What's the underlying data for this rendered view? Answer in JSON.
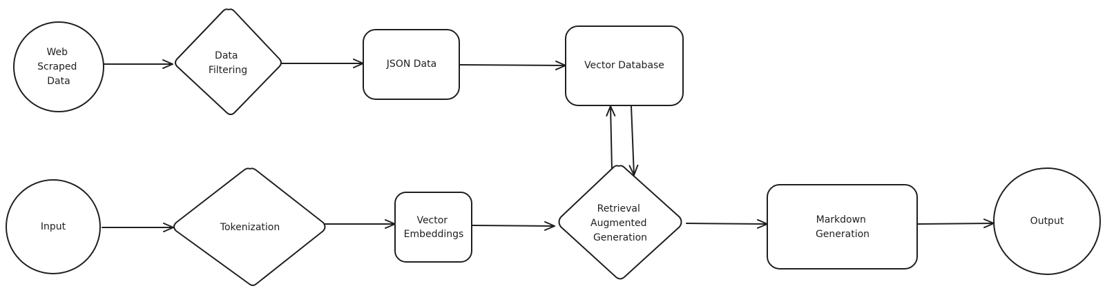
{
  "colors": {
    "background": "#ffffff",
    "stroke": "#1e1e1e",
    "text": "#1e1e1e"
  },
  "nodes": {
    "web_scraped_data": {
      "shape": "circle",
      "lines": [
        "Web",
        "Scraped",
        "Data"
      ]
    },
    "data_filtering": {
      "shape": "diamond",
      "lines": [
        "Data",
        "Filtering"
      ]
    },
    "json_data": {
      "shape": "rounded-rectangle",
      "lines": [
        "JSON Data"
      ]
    },
    "vector_database": {
      "shape": "rounded-rectangle",
      "lines": [
        "Vector Database"
      ]
    },
    "input": {
      "shape": "circle",
      "lines": [
        "Input"
      ]
    },
    "tokenization": {
      "shape": "diamond",
      "lines": [
        "Tokenization"
      ]
    },
    "vector_embeddings": {
      "shape": "rounded-rectangle",
      "lines": [
        "Vector",
        "Embeddings"
      ]
    },
    "rag": {
      "shape": "diamond",
      "lines": [
        "Retrieval",
        "Augmented",
        "Generation"
      ]
    },
    "markdown_generation": {
      "shape": "rounded-rectangle",
      "lines": [
        "Markdown",
        "Generation"
      ]
    },
    "output": {
      "shape": "circle",
      "lines": [
        "Output"
      ]
    }
  },
  "edges": [
    {
      "from": "web_scraped_data",
      "to": "data_filtering"
    },
    {
      "from": "data_filtering",
      "to": "json_data"
    },
    {
      "from": "json_data",
      "to": "vector_database"
    },
    {
      "from": "input",
      "to": "tokenization"
    },
    {
      "from": "tokenization",
      "to": "vector_embeddings"
    },
    {
      "from": "vector_embeddings",
      "to": "rag"
    },
    {
      "from": "rag",
      "to": "vector_database"
    },
    {
      "from": "vector_database",
      "to": "rag"
    },
    {
      "from": "rag",
      "to": "markdown_generation"
    },
    {
      "from": "markdown_generation",
      "to": "output"
    }
  ]
}
